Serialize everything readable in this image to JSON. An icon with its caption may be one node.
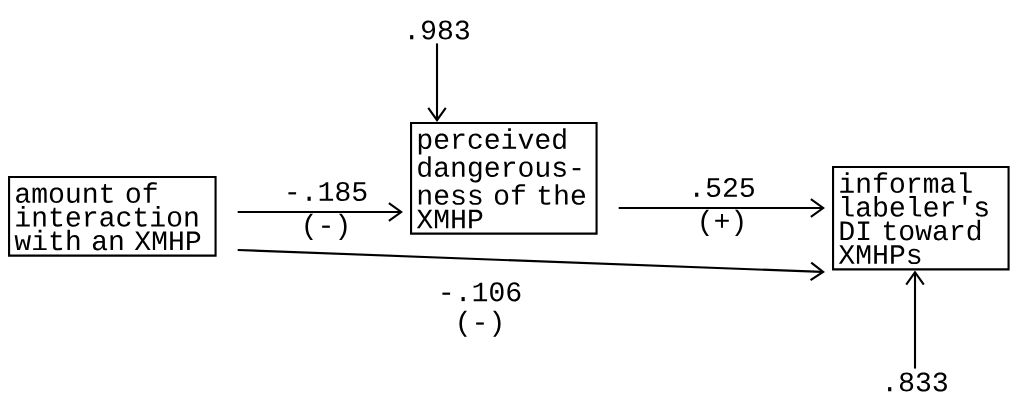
{
  "diagram": {
    "nodes": [
      {
        "text": [
          "amount of interaction with an XMHP"
        ]
      },
      {
        "text": [
          "perceived dangerous- ness of the XMHP"
        ]
      },
      {
        "text": [
          "informal labeler's DI toward XMHPs"
        ]
      },
      {
        "text": [
          ".983"
        ]
      },
      {
        "text": [
          ".833"
        ]
      }
    ],
    "edges": [
      {
        "from": 0,
        "to": 1,
        "arrow": "to",
        "label": "-.185 (-)"
      },
      {
        "from": 1,
        "to": 2,
        "arrow": "to",
        "label": ".525 (+)"
      },
      {
        "from": 0,
        "to": 2,
        "arrow": "to",
        "label": "-.106 (-)"
      },
      {
        "from": 3,
        "to": 1,
        "arrow": "to"
      },
      {
        "from": 4,
        "to": 2,
        "arrow": "to"
      }
    ]
  }
}
